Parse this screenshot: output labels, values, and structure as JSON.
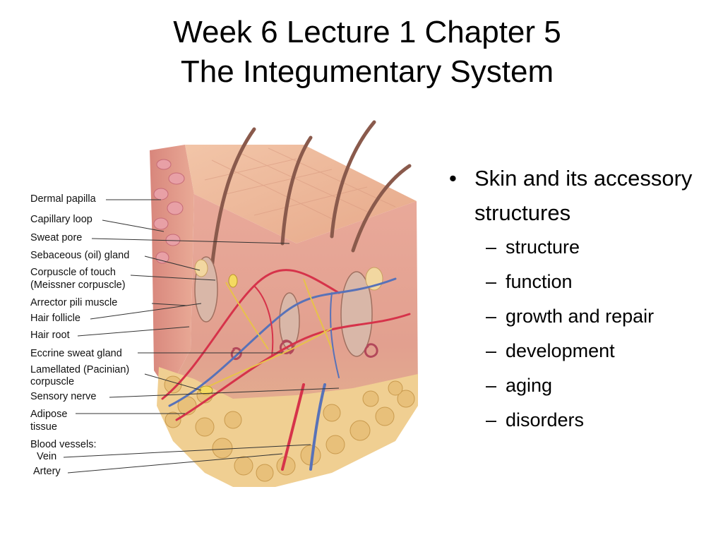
{
  "slide": {
    "title_line1": "Week 6 Lecture 1 Chapter 5",
    "title_line2": "The Integumentary System"
  },
  "figure": {
    "labels": [
      "Dermal papilla",
      "Capillary loop",
      "Sweat pore",
      "Sebaceous (oil) gland",
      "Corpuscle of touch",
      "(Meissner corpuscle)",
      "Arrector pili muscle",
      "Hair follicle",
      "Hair root",
      "Eccrine sweat gland",
      "Lamellated (Pacinian)",
      "corpuscle",
      "Sensory nerve",
      "Adipose",
      "tissue",
      "Blood vessels:",
      "Vein",
      "Artery"
    ]
  },
  "bullets": {
    "main_char": "•",
    "main": "Skin and its accessory structures",
    "sub_char": "–",
    "sub": [
      "structure",
      "function",
      "growth and repair",
      "development",
      "aging",
      "disorders"
    ]
  }
}
